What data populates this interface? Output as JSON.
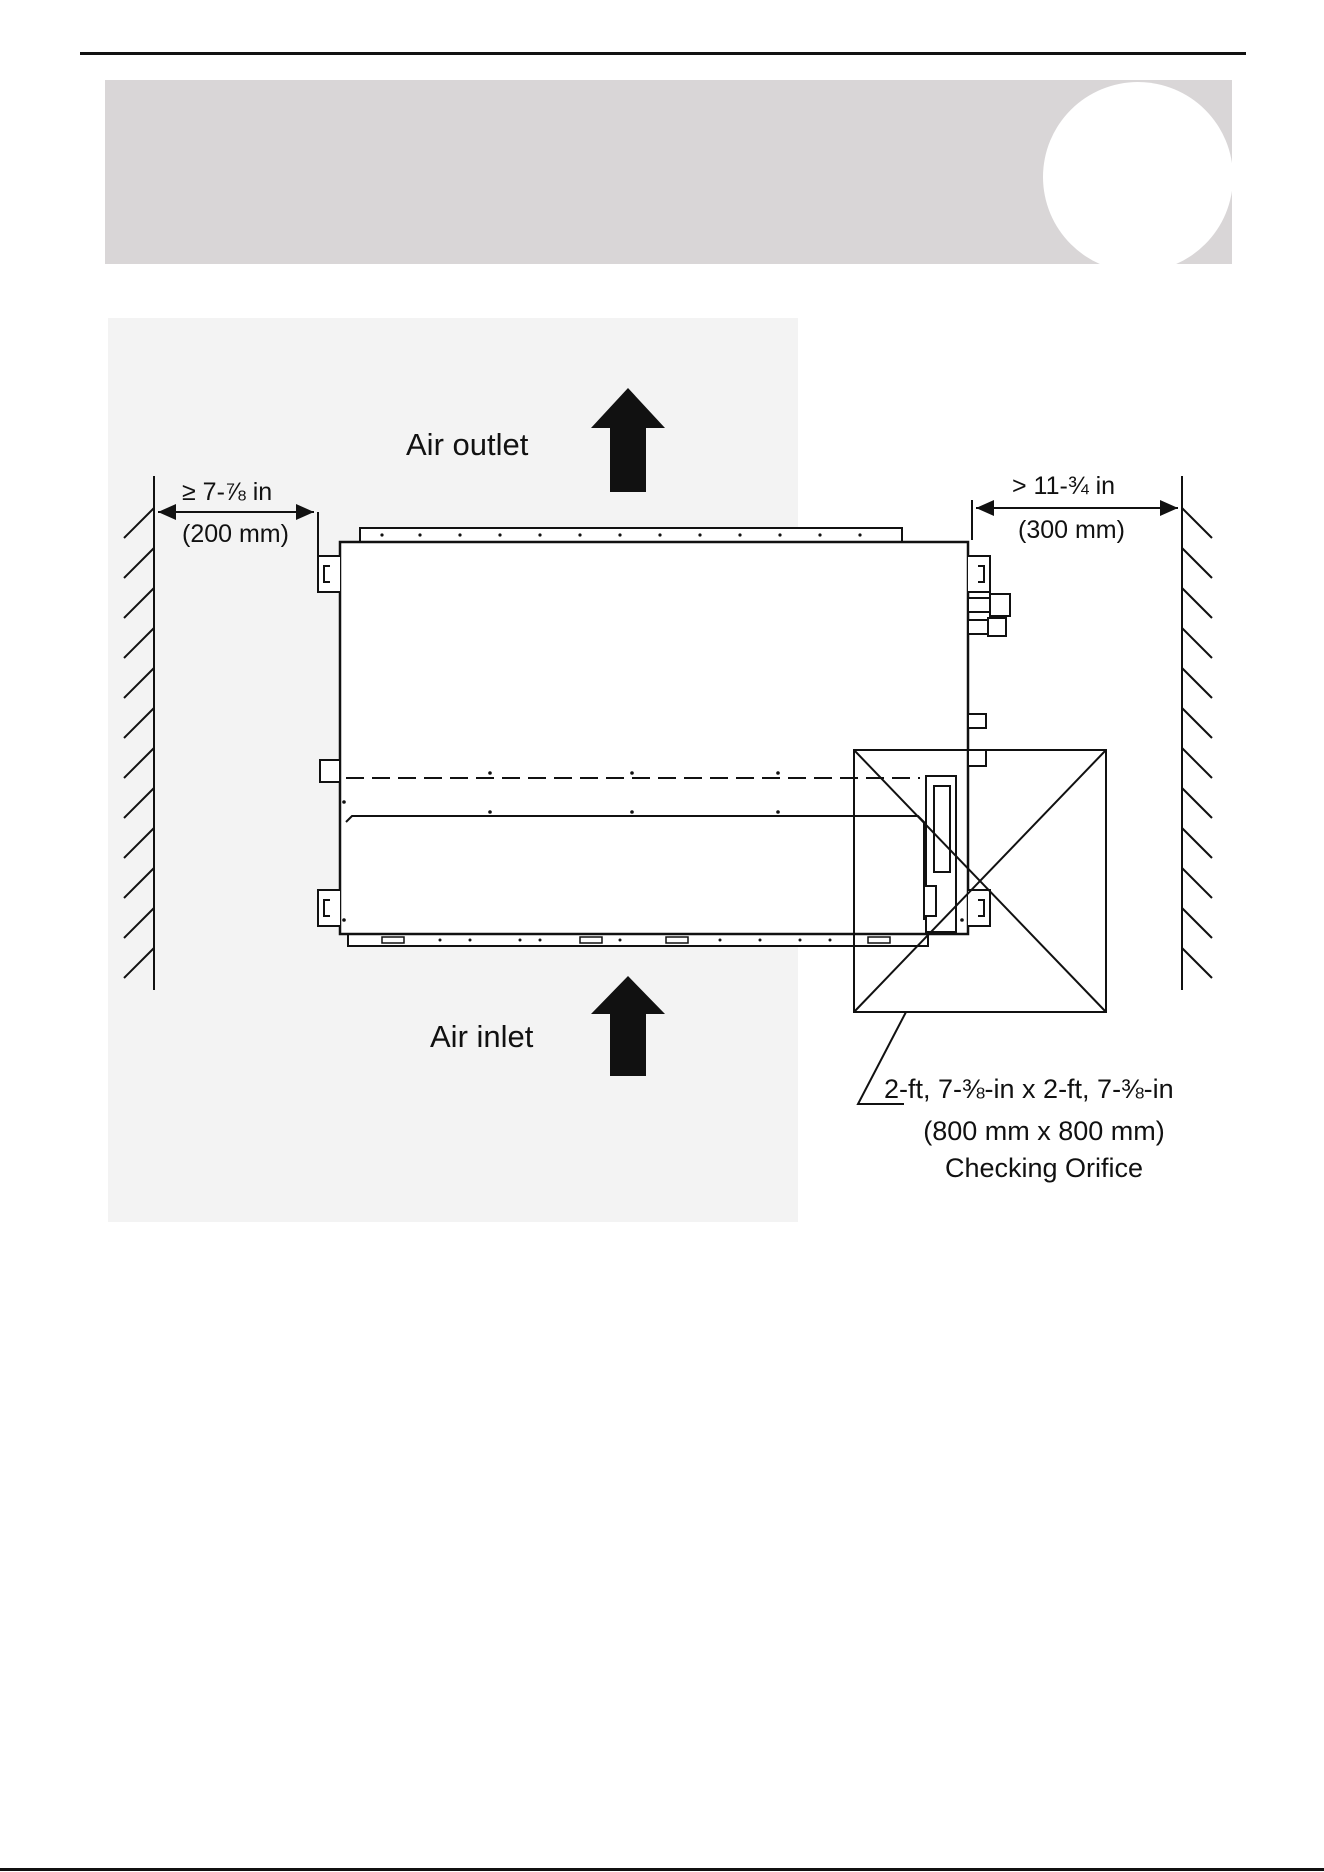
{
  "header": {
    "band_color": "#d9d6d7"
  },
  "diagram": {
    "air_outlet_label": "Air outlet",
    "air_inlet_label": "Air inlet",
    "left_clearance": {
      "imperial": "≥ 7-⅞ in",
      "metric": "(200 mm)"
    },
    "right_clearance": {
      "imperial": "> 11-¾ in",
      "metric": "(300 mm)"
    },
    "orifice": {
      "size_imperial": "2-ft, 7-⅜-in x 2-ft, 7-⅜-in",
      "size_metric": "(800 mm x 800 mm)",
      "name": "Checking Orifice"
    }
  }
}
